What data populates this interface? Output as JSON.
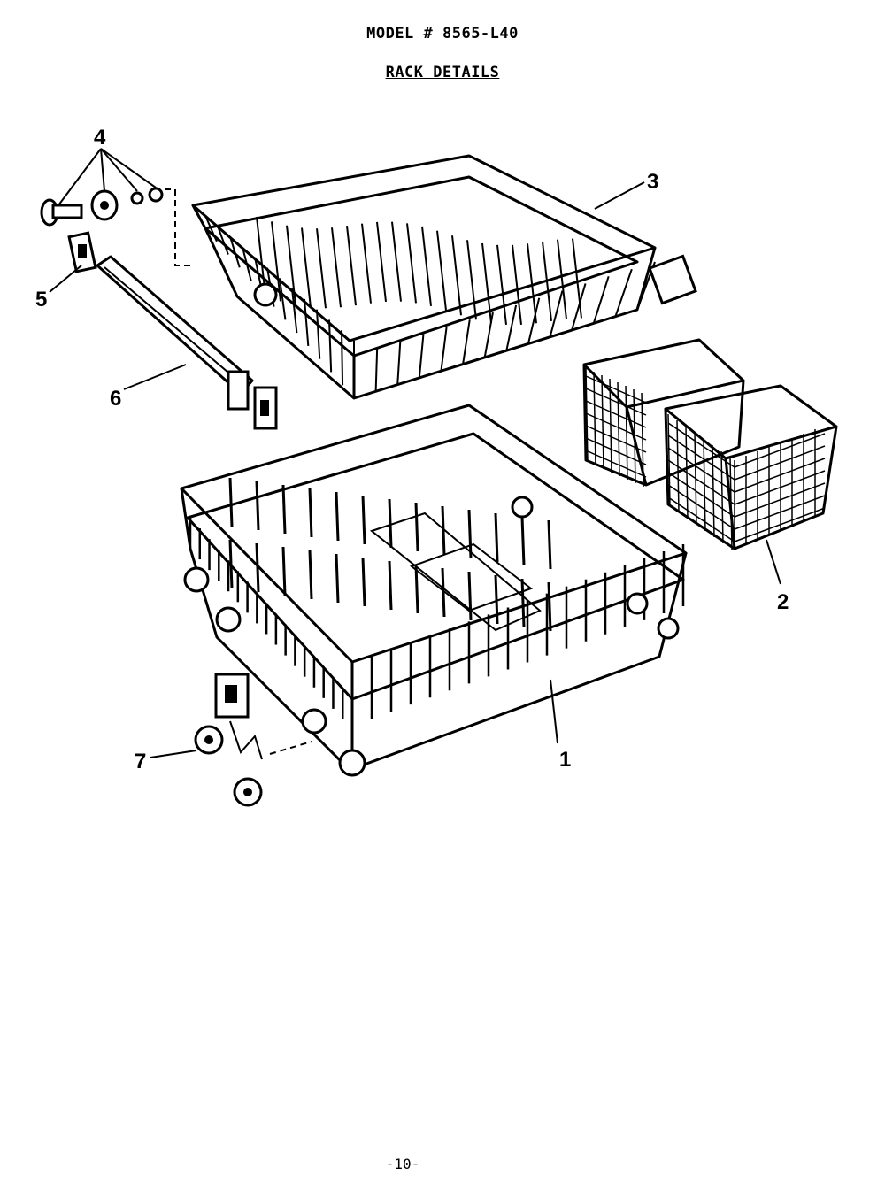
{
  "header": {
    "model": "MODEL # 8565-L40",
    "section": "RACK DETAILS"
  },
  "callouts": {
    "c1": "1",
    "c2": "2",
    "c3": "3",
    "c4": "4",
    "c5": "5",
    "c6": "6",
    "c7": "7"
  },
  "footer": {
    "page": "-10-"
  }
}
